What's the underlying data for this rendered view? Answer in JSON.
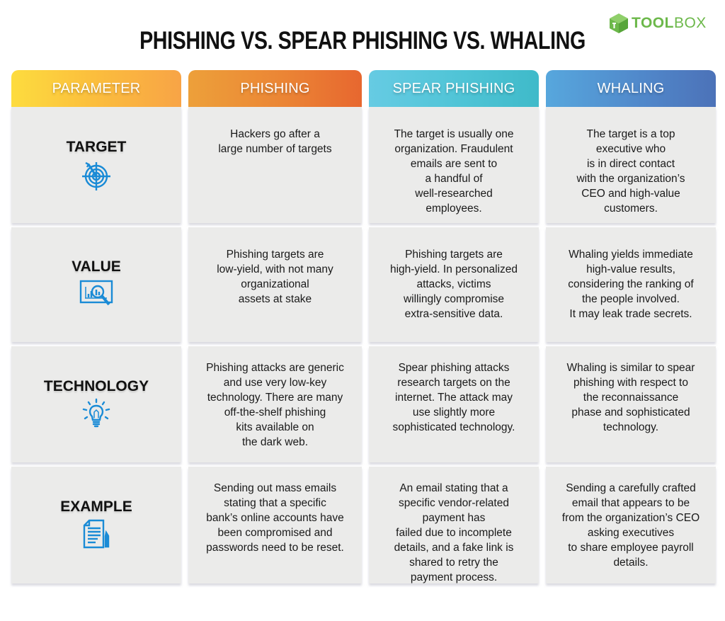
{
  "brand": {
    "logo_bold": "TOOL",
    "logo_light": "BOX",
    "color": "#6cb84a"
  },
  "title": "PHISHING VS. SPEAR PHISHING VS. WHALING",
  "headers": [
    {
      "label": "PARAMETER",
      "colors": [
        "#fddc3e",
        "#f8a446"
      ]
    },
    {
      "label": "PHISHING",
      "colors": [
        "#eda03a",
        "#e7672f"
      ]
    },
    {
      "label": "SPEAR PHISHING",
      "colors": [
        "#66cbe3",
        "#3fbac9"
      ]
    },
    {
      "label": "WHALING",
      "colors": [
        "#57a7dd",
        "#4c72b8"
      ]
    }
  ],
  "icon_color": "#1a8bd6",
  "rows": [
    {
      "parameter": "TARGET",
      "icon": "target-icon",
      "phishing": [
        "Hackers go after a",
        "large number of targets"
      ],
      "spear_phishing": [
        "The target is usually one",
        "organization. Fraudulent",
        "emails are sent to",
        "a handful of",
        "well-researched",
        "employees."
      ],
      "whaling": [
        "The target is a top",
        "executive who",
        "is in direct contact",
        "with the organization’s",
        "CEO and high-value",
        "customers."
      ]
    },
    {
      "parameter": "VALUE",
      "icon": "analytics-magnifier-icon",
      "phishing": [
        "Phishing targets are",
        "low-yield, with not many",
        "organizational",
        "assets at stake"
      ],
      "spear_phishing": [
        "Phishing targets are",
        "high-yield. In personalized",
        "attacks, victims",
        "willingly compromise",
        "extra-sensitive data."
      ],
      "whaling": [
        "Whaling yields immediate",
        "high-value results,",
        "considering the ranking of",
        "the people involved.",
        "It may leak trade secrets."
      ]
    },
    {
      "parameter": "TECHNOLOGY",
      "icon": "lightbulb-icon",
      "phishing": [
        "Phishing attacks are generic",
        "and use very low-key",
        "technology. There are many",
        "off-the-shelf phishing",
        "kits available on",
        "the dark web."
      ],
      "spear_phishing": [
        "Spear phishing attacks",
        "research targets on the",
        "internet. The attack may",
        "use slightly more",
        "sophisticated technology."
      ],
      "whaling": [
        "Whaling is similar to spear",
        "phishing with respect to",
        "the reconnaissance",
        "phase and sophisticated",
        "technology."
      ]
    },
    {
      "parameter": "EXAMPLE",
      "icon": "document-pen-icon",
      "phishing": [
        "Sending out mass emails",
        "stating that a specific",
        "bank’s online accounts have",
        "been compromised and",
        "passwords need to be reset."
      ],
      "spear_phishing": [
        "An email stating that a",
        "specific vendor-related",
        "payment has",
        "failed due to incomplete",
        "details, and a fake link is",
        "shared to retry the",
        "payment process."
      ],
      "whaling": [
        "Sending a carefully crafted",
        "email that appears to be",
        "from the organization’s CEO",
        "asking executives",
        "to share employee payroll",
        "details."
      ]
    }
  ]
}
